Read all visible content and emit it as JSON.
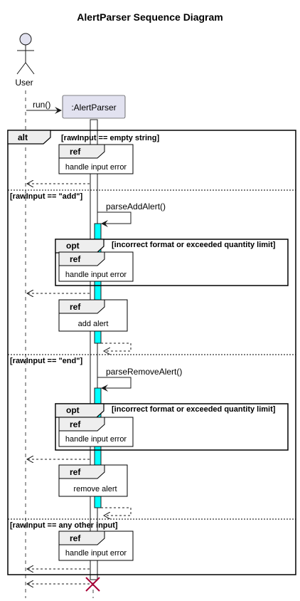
{
  "title": "AlertParser Sequence Diagram",
  "participants": {
    "user": "User",
    "parser": ":AlertParser"
  },
  "messages": {
    "run": "run()",
    "parse_add": "parseAddAlert()",
    "parse_remove": "parseRemoveAlert()"
  },
  "fragments": {
    "alt_tag": "alt",
    "opt_tag": "opt",
    "ref_tag": "ref",
    "cond_empty": "[rawInput == empty string]",
    "cond_add": "[rawInput == \"add\"]",
    "cond_opt": "[incorrect format or exceeded quantity limit]",
    "cond_end": "[rawInput == \"end\"]",
    "cond_other": "[rawInput == any other input]"
  },
  "refs": {
    "handle_input_error": "handle input error",
    "add_alert": "add alert",
    "remove_alert": "remove alert"
  },
  "colors": {
    "activation": "#00ffff",
    "participant_fill": "#e2e2f0",
    "participant_border": "#181818",
    "destroy": "#a80036",
    "fragment_tab": "#eeeeee"
  }
}
